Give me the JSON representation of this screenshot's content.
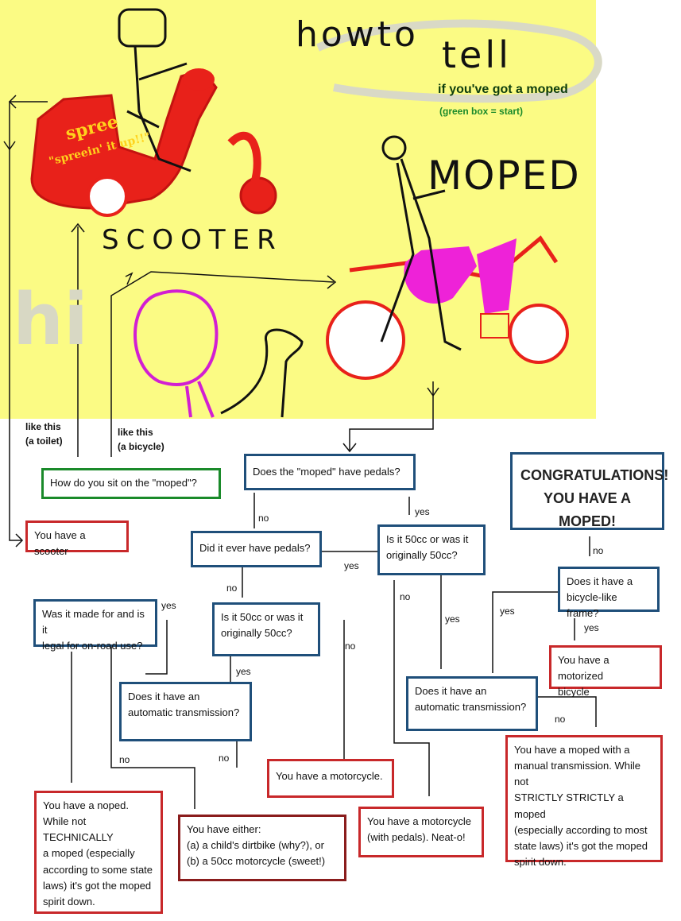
{
  "title": {
    "line1": "howto",
    "line2": "tell",
    "subtitle": "if you've got a moped",
    "start_note": "(green box = start)"
  },
  "drawing_labels": {
    "moped": "MOPED",
    "scooter": "SCOOTER",
    "spree_line1": "spree",
    "spree_line2": "\"spreein' it up!!\"",
    "hi": "hi"
  },
  "colors": {
    "background_art": "#fbfb84",
    "box_blue": "#1f4f7a",
    "box_red": "#c8282a",
    "box_green": "#1a8a2a",
    "scooter_red": "#e8211a",
    "moped_pink": "#ee22d8"
  },
  "nodes": {
    "start": "How do you sit on the \"moped\"?",
    "pedals": "Does the \"moped\" have pedals?",
    "ever_pedals": "Did it ever have pedals?",
    "fifty_a": [
      "Is it 50cc or was it",
      "originally 50cc?"
    ],
    "fifty_b": [
      "Is it 50cc or was it",
      "originally 50cc?"
    ],
    "onroad": [
      "Was it made for and is it",
      "legal for on-road use?"
    ],
    "auto_a": [
      "Does it have an",
      "automatic transmission?"
    ],
    "auto_b": [
      "Does it have an",
      "automatic transmission?"
    ],
    "frame": [
      "Does it have a",
      "bicycle-like frame?"
    ],
    "congrats": [
      "CONGRATULATIONS!",
      "YOU HAVE A MOPED!"
    ],
    "scooter": "You have a scooter",
    "motorized_bicycle": [
      "You have a motorized",
      "bicycle"
    ],
    "manual_moped": [
      "You have a moped with a",
      "manual transmission. While not",
      "STRICTLY STRICTLY a moped",
      "(especially according to most",
      "state laws) it's got the moped",
      "spirit down."
    ],
    "motorcycle": "You have a motorcycle.",
    "motorcycle_pedals": [
      "You have a motorcycle",
      "(with pedals). Neat-o!"
    ],
    "dirtbike": [
      "You have either:",
      "(a) a child's dirtbike (why?), or",
      "(b) a 50cc motorcycle (sweet!)"
    ],
    "noped": [
      "You have a noped.",
      "While not TECHNICALLY",
      "a moped (especially",
      "according to some state",
      "laws) it's got the moped",
      "spirit down."
    ]
  },
  "edge_labels": {
    "toilet_1": "like this",
    "toilet_2": "(a toilet)",
    "bicycle_1": "like this",
    "bicycle_2": "(a bicycle)",
    "pedals_no": "no",
    "pedals_yes": "yes",
    "ever_yes": "yes",
    "ever_no": "no",
    "fiftya_no": "no",
    "fiftya_yes": "yes",
    "fiftyb_no": "no",
    "fiftyb_yes": "yes",
    "onroad_yes": "yes",
    "onroad_no": "no",
    "autoa_no": "no",
    "autob_yes": "yes",
    "autob_no": "no",
    "frame_yes": "yes",
    "congrats_no": "no"
  }
}
